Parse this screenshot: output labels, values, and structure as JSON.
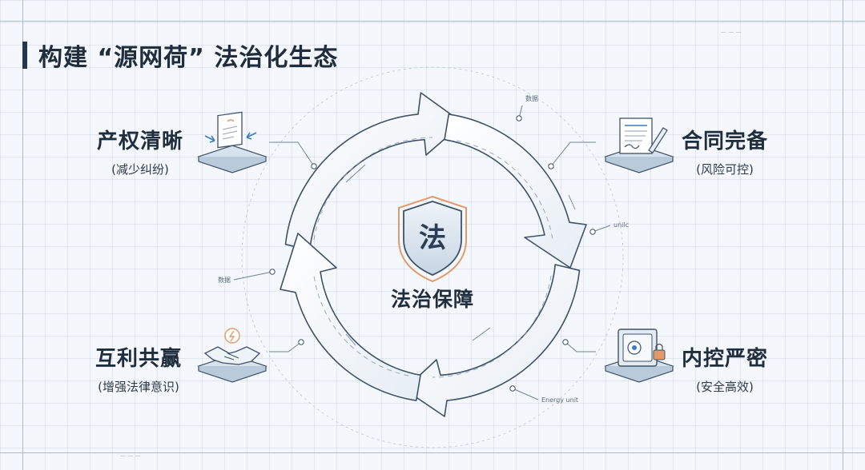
{
  "title": "构建 “源网荷” 法治化生态",
  "center": {
    "label": "法治保障",
    "shield_char": "法",
    "icon": "shield-icon"
  },
  "items": [
    {
      "id": "tl",
      "main": "产权清晰",
      "sub": "(减少纠纷)",
      "icon": "document-exchange-icon"
    },
    {
      "id": "tr",
      "main": "合同完备",
      "sub": "(风险可控)",
      "icon": "contract-signing-icon"
    },
    {
      "id": "bl",
      "main": "互利共赢",
      "sub": "(增强法律意识)",
      "icon": "handshake-icon"
    },
    {
      "id": "br",
      "main": "内控严密",
      "sub": "(安全高效)",
      "icon": "safe-lock-icon"
    }
  ],
  "annotations": {
    "top": "数据",
    "right": "unilc",
    "left": "数据",
    "bottom": "Energy unit"
  },
  "colors": {
    "title_bar": "#25374d",
    "ring_stroke": "#3e5268",
    "accent_orange": "#e39a6a",
    "shield_fill": "#d6e2ee"
  }
}
